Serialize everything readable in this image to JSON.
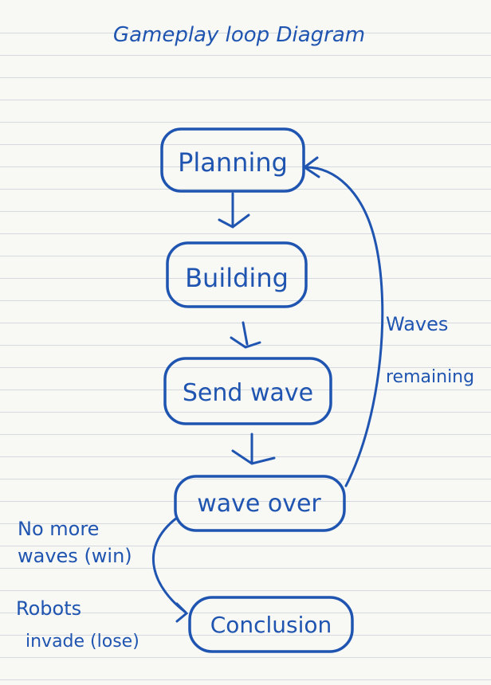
{
  "title": "Gameplay loop Diagram",
  "nodes": {
    "planning": "Planning",
    "building": "Building",
    "send_wave": "Send wave",
    "wave_over": "wave over",
    "conclusion": "Conclusion"
  },
  "edge_labels": {
    "waves_remaining_line1": "Waves",
    "waves_remaining_line2": "remaining",
    "no_more_waves_line1": "No more",
    "no_more_waves_line2": "waves (win)",
    "robots_invade_line1": "Robots",
    "robots_invade_line2": "invade (lose)"
  },
  "colors": {
    "ink": "#1f55b0",
    "paper": "#f8f8f5",
    "rule": "#d4d9e0"
  }
}
